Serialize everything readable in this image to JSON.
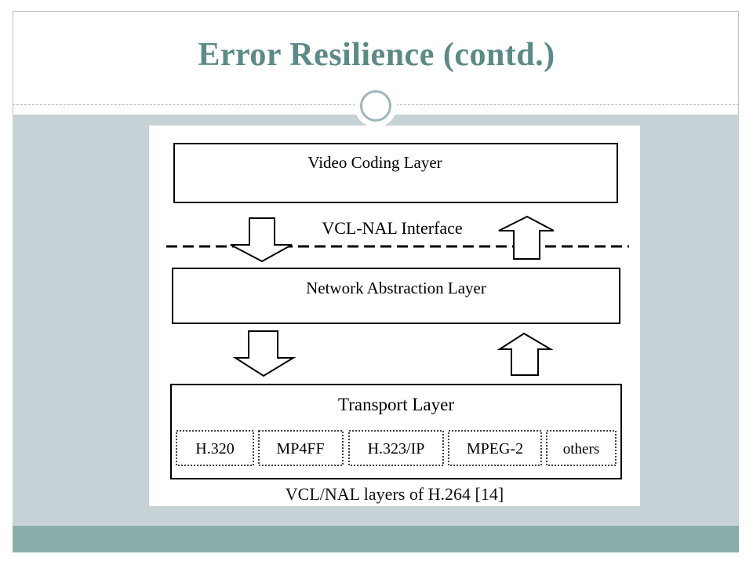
{
  "slide": {
    "title": "Error Resilience (contd.)",
    "caption": "VCL/NAL layers of H.264 [14]"
  },
  "diagram": {
    "vcl_label": "Video Coding Layer",
    "interface_label": "VCL-NAL Interface",
    "nal_label": "Network Abstraction Layer",
    "transport_label": "Transport Layer",
    "transport_protocols": [
      "H.320",
      "MP4FF",
      "H.323/IP",
      "MPEG-2",
      "others"
    ]
  },
  "colors": {
    "title": "#5b8a87",
    "content_background": "#c7d2d7",
    "footer_band": "#8aadac",
    "ring": "#9fb6b8"
  }
}
